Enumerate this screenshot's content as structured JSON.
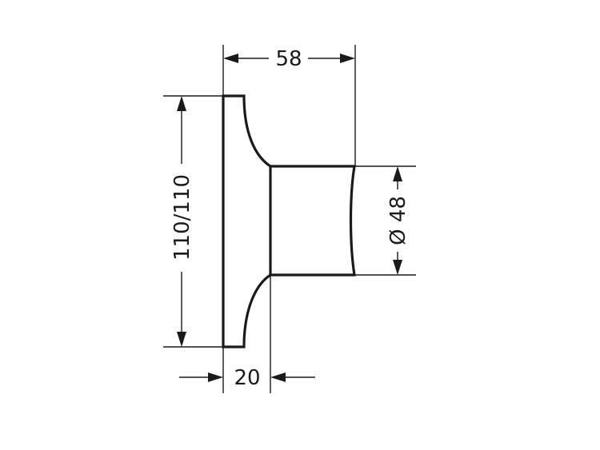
{
  "dimensions": {
    "depth": "58",
    "height": "110/110",
    "diameter": "Ø 48",
    "plate_depth": "20"
  },
  "colors": {
    "line": "#1a1a1a",
    "background": "#ffffff"
  }
}
